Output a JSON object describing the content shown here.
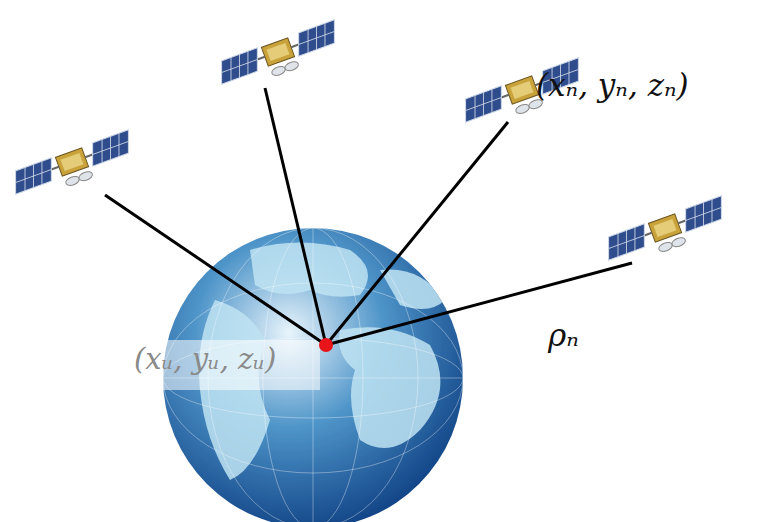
{
  "diagram": {
    "labels": [
      "(xₙ, yₙ, zₙ)",
      "ρₙ",
      "(xᵤ, yᵤ, zᵤ)"
    ]
  }
}
